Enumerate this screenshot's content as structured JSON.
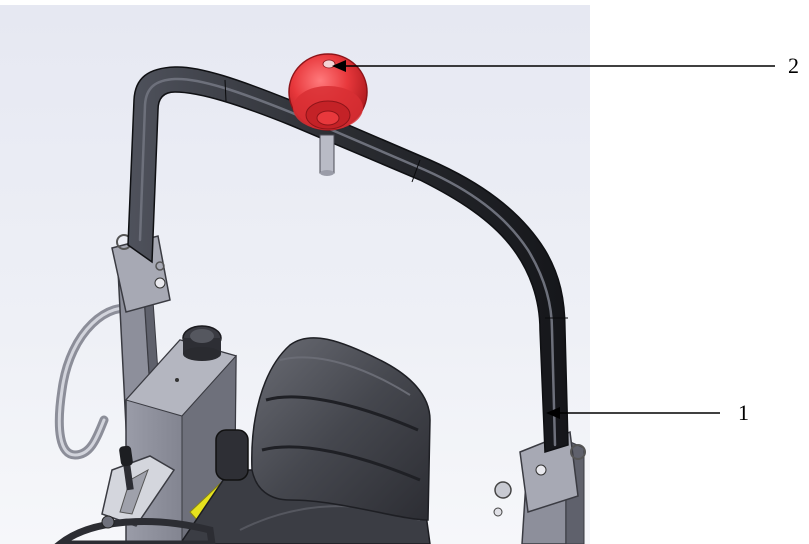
{
  "callouts": [
    {
      "id": "1",
      "label": "1",
      "target": "roll-over-protection-frame"
    },
    {
      "id": "2",
      "label": "2",
      "target": "warning-beacon"
    }
  ],
  "colors": {
    "background_gradient_top": "#e9ebf4",
    "background_gradient_bottom": "#f7f8fb",
    "frame": "#2b2d33",
    "frame_highlight": "#5a5d68",
    "beacon": "#e8383c",
    "beacon_dark": "#b81f24",
    "seat": "#3f4147",
    "panel": "#7d7f8c",
    "accent_yellow": "#e6e21e"
  }
}
